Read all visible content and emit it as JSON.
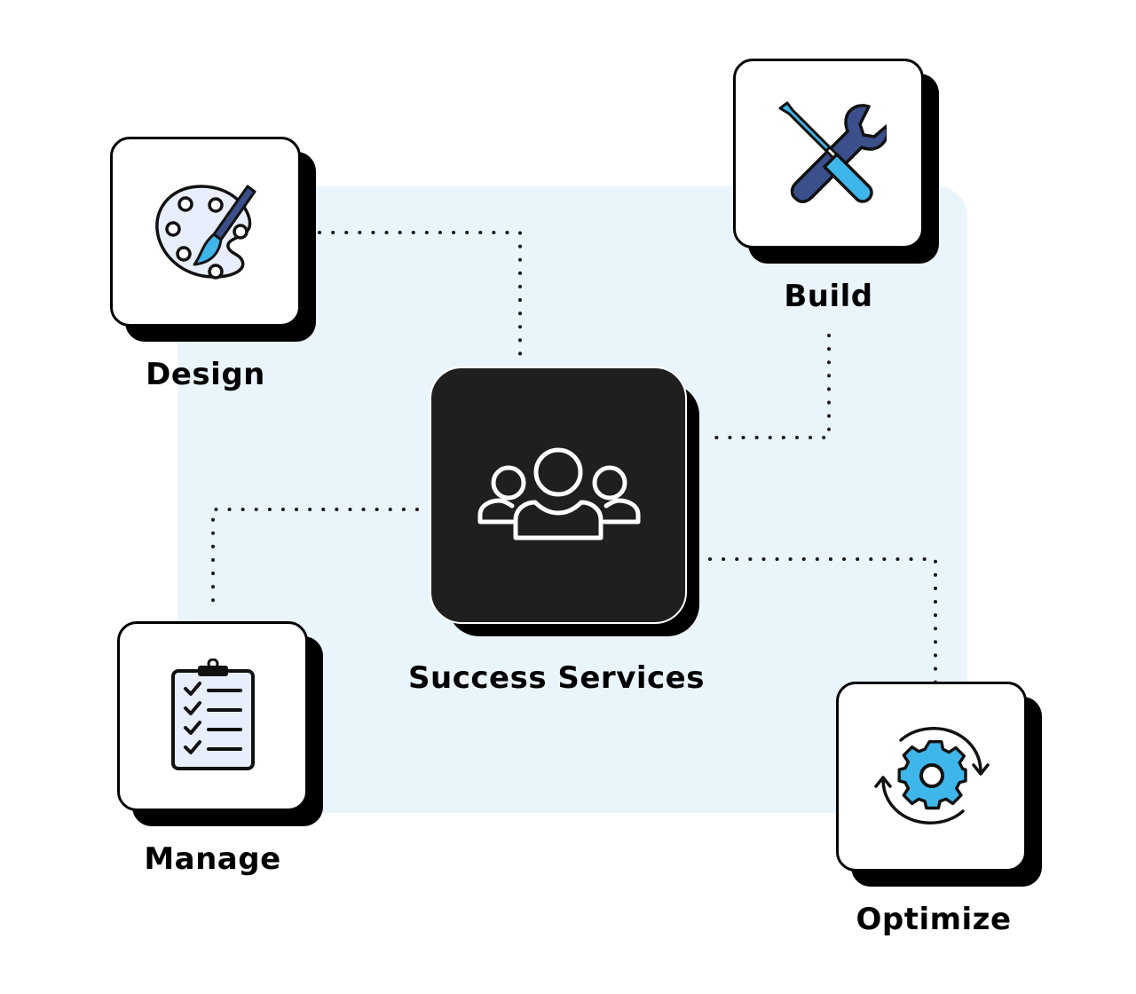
{
  "center": {
    "label": "Success Services",
    "icon": "users-group-icon"
  },
  "nodes": {
    "design": {
      "label": "Design",
      "icon": "palette-icon"
    },
    "build": {
      "label": "Build",
      "icon": "tools-icon"
    },
    "manage": {
      "label": "Manage",
      "icon": "clipboard-checklist-icon"
    },
    "optimize": {
      "label": "Optimize",
      "icon": "gear-cycle-icon"
    }
  },
  "colors": {
    "panel": "#eaf5fb",
    "center_fill": "#1f1f1f",
    "accent_blue": "#3fb6ea",
    "navy": "#3b4f8a",
    "icon_bg": "#e8eefc"
  }
}
